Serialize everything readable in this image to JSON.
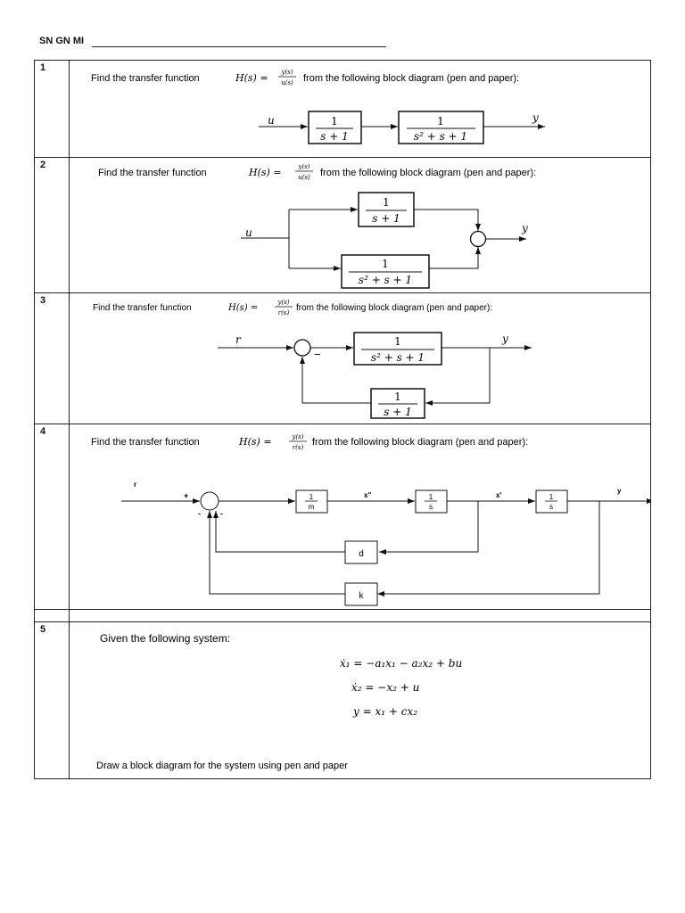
{
  "header": {
    "label": "SN GN MI"
  },
  "questions": [
    {
      "number": "1",
      "prompt_pre": "Find the transfer function",
      "H_label": "H(s) =",
      "frac_num": "y(s)",
      "frac_den": "u(s)",
      "prompt_post": "from the following block diagram (pen and paper):",
      "input_label": "u",
      "output_label": "y",
      "block1": {
        "num": "1",
        "den": "s + 1"
      },
      "block2": {
        "num": "1",
        "den": "s² + s + 1"
      }
    },
    {
      "number": "2",
      "prompt_pre": "Find the transfer function",
      "H_label": "H(s) =",
      "frac_num": "y(s)",
      "frac_den": "u(s)",
      "prompt_post": "from the following block diagram (pen and paper):",
      "input_label": "u",
      "output_label": "y",
      "block1": {
        "num": "1",
        "den": "s + 1"
      },
      "block2": {
        "num": "1",
        "den": "s² + s + 1"
      }
    },
    {
      "number": "3",
      "prompt_pre": "Find the transfer function",
      "H_label": "H(s) =",
      "frac_num": "y(s)",
      "frac_den": "r(s)",
      "prompt_post": "from the following block diagram (pen and paper):",
      "input_label": "r",
      "output_label": "y",
      "minus_sign": "−",
      "forward_block": {
        "num": "1",
        "den": "s² + s + 1"
      },
      "feedback_block": {
        "num": "1",
        "den": "s + 1"
      }
    },
    {
      "number": "4",
      "prompt_pre": "Find the transfer function",
      "H_label": "H(s) =",
      "frac_num": "y(s)",
      "frac_den": "r(s)",
      "prompt_post": "from the following block diagram (pen and paper):",
      "input_label": "r",
      "output_label": "y",
      "plus_sign": "+",
      "minus_sign1": "-",
      "minus_sign2": "-",
      "block_m": {
        "num": "1",
        "den": "m"
      },
      "block_s1": {
        "num": "1",
        "den": "s"
      },
      "block_s2": {
        "num": "1",
        "den": "s"
      },
      "x_ddot": "x''",
      "x_dot": "x'",
      "block_d": "d",
      "block_k": "k"
    },
    {
      "number": "5",
      "given": "Given the following system:",
      "eq1": "ẋ₁ = −a₁x₁ − a₂x₂ + bu",
      "eq2": "ẋ₂ = −x₂ + u",
      "eq3": "y = x₁ + cx₂",
      "instruction": "Draw a block diagram for the system using pen and paper"
    }
  ]
}
